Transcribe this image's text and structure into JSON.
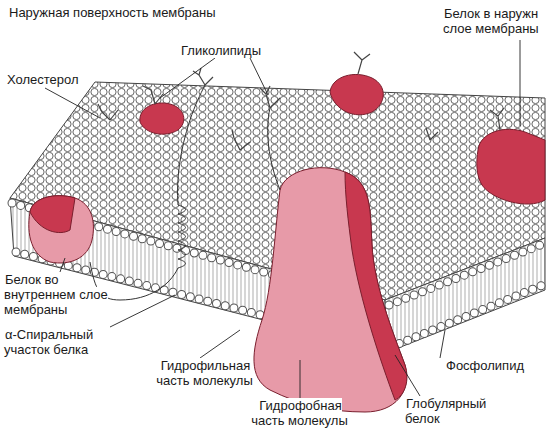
{
  "diagram": {
    "labels": [
      "Наружная поверхность мембраны",
      "Гликолипиды",
      "Белок в наружн слое мембраны",
      "Холестерол",
      "Белок во внутреннем слое мембраны",
      "α-Спиральный участок белка",
      "Гидрофильная часть молекулы",
      "Гидрофобная часть молекулы",
      "Глобулярный белок",
      "Фосфолипид"
    ]
  }
}
